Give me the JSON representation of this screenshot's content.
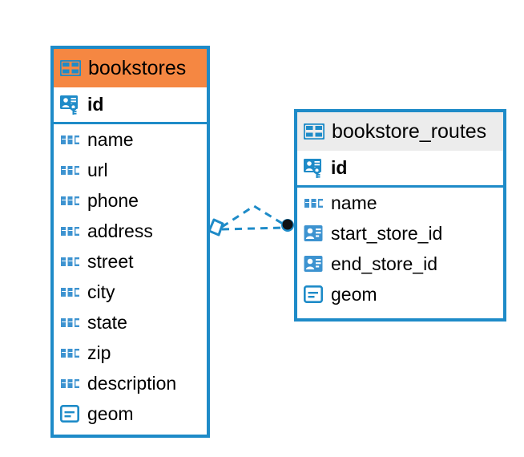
{
  "diagram": {
    "type": "entity-relationship-diagram",
    "background_color": "#ffffff",
    "accent_color": "#1e8bc8",
    "selected_color": "#f58742",
    "header_color": "#ececec"
  },
  "entities": [
    {
      "name": "bookstores",
      "title": "bookstores",
      "selected": true,
      "header_icon": "table-icon",
      "fields": [
        {
          "label": "id",
          "icon": "primary-key-icon",
          "kind": "pk"
        },
        {
          "label": "name",
          "icon": "abc-text-icon",
          "kind": "text"
        },
        {
          "label": "url",
          "icon": "abc-text-icon",
          "kind": "text"
        },
        {
          "label": "phone",
          "icon": "abc-text-icon",
          "kind": "text"
        },
        {
          "label": "address",
          "icon": "abc-text-icon",
          "kind": "text"
        },
        {
          "label": "street",
          "icon": "abc-text-icon",
          "kind": "text"
        },
        {
          "label": "city",
          "icon": "abc-text-icon",
          "kind": "text"
        },
        {
          "label": "state",
          "icon": "abc-text-icon",
          "kind": "text"
        },
        {
          "label": "zip",
          "icon": "abc-text-icon",
          "kind": "text"
        },
        {
          "label": "description",
          "icon": "abc-text-icon",
          "kind": "text"
        },
        {
          "label": "geom",
          "icon": "geometry-icon",
          "kind": "geometry"
        }
      ]
    },
    {
      "name": "bookstore_routes",
      "title": "bookstore_routes",
      "selected": false,
      "header_icon": "table-icon",
      "fields": [
        {
          "label": "id",
          "icon": "primary-key-icon",
          "kind": "pk"
        },
        {
          "label": "name",
          "icon": "abc-text-icon",
          "kind": "text"
        },
        {
          "label": "start_store_id",
          "icon": "foreign-key-icon",
          "kind": "fk"
        },
        {
          "label": "end_store_id",
          "icon": "foreign-key-icon",
          "kind": "fk"
        },
        {
          "label": "geom",
          "icon": "geometry-icon",
          "kind": "geometry"
        }
      ]
    }
  ],
  "relationships": [
    {
      "from_entity": "bookstores",
      "to_entity": "bookstore_routes",
      "from_marker": "diamond-marker",
      "to_marker": "filled-circle-marker",
      "line_style": "dashed",
      "color": "#1e8bc8",
      "edge_count": 2
    }
  ]
}
